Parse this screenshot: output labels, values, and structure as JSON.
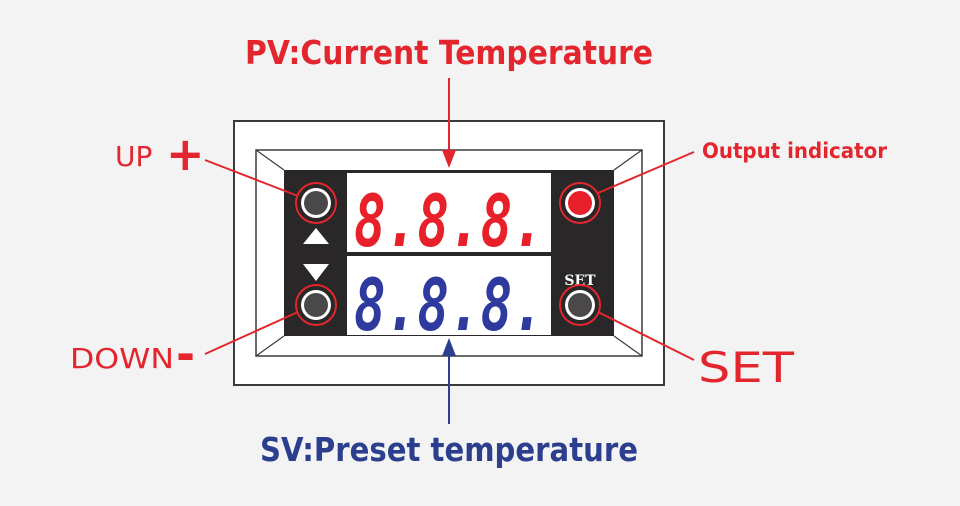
{
  "labels": {
    "pv": "PV:Current Temperature",
    "sv": "SV:Preset temperature",
    "up": "UP",
    "up_symbol": "+",
    "down": "DOWN",
    "down_symbol": "-",
    "output_indicator": "Output indicator",
    "set_callout": "SET",
    "set_panel": "SET"
  },
  "displays": {
    "pv_readout": "8.8.8.",
    "sv_readout": "8.8.8."
  },
  "colors": {
    "accent_red": "#e3262d",
    "label_blue": "#2c3f8f",
    "pv_segment": "#e8202a",
    "sv_segment": "#2e3a9e",
    "panel_dark": "#2a2728",
    "background": "#f3f3f3"
  },
  "icons": {
    "up_arrow": "triangle-up-icon",
    "down_arrow": "triangle-down-icon"
  }
}
